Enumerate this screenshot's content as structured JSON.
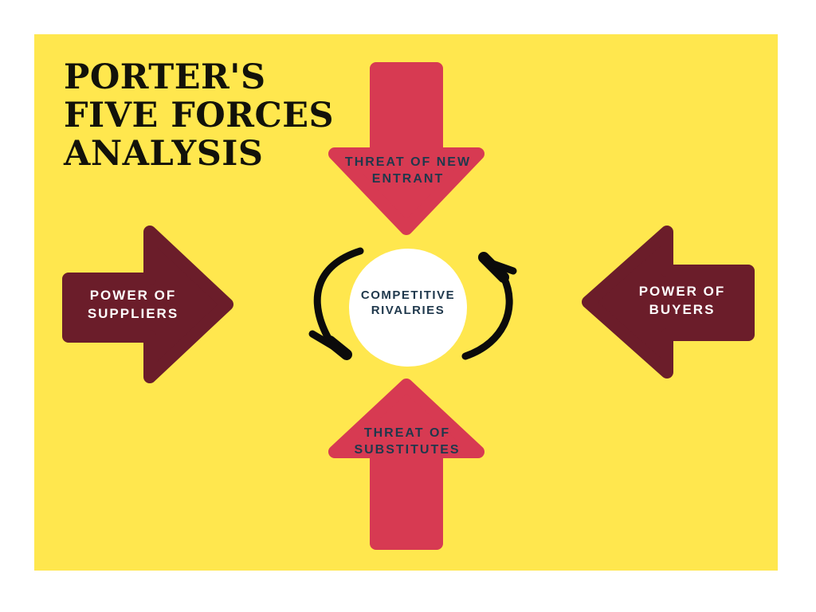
{
  "page": {
    "background_color": "#FFFFFF",
    "canvas_color": "#FFE74E"
  },
  "title": {
    "full": "PORTER'S FIVE FORCES ANALYSIS",
    "lines": [
      "PORTER'S",
      "FIVE FORCES",
      "ANALYSIS"
    ],
    "color": "#12120A"
  },
  "center": {
    "label": "COMPETITIVE RIVALRIES",
    "lines": [
      "COMPETITIVE",
      "RIVALRIES"
    ],
    "circle_color": "#FFFFFF",
    "text_color": "#1F384C",
    "icons": [
      "curved-arrow-counterclockwise-icon",
      "curved-arrow-clockwise-icon"
    ],
    "sketch_arrow_color": "#0B0B0B"
  },
  "forces": {
    "top": {
      "label": "THREAT OF NEW ENTRANT",
      "lines": [
        "THREAT OF NEW",
        "ENTRANT"
      ],
      "arrow_direction": "down",
      "arrow_color": "#D73A52",
      "text_color": "#1F384C"
    },
    "bottom": {
      "label": "THREAT OF SUBSTITUTES",
      "lines": [
        "THREAT OF",
        "SUBSTITUTES"
      ],
      "arrow_direction": "up",
      "arrow_color": "#D73A52",
      "text_color": "#1F384C"
    },
    "left": {
      "label": "POWER OF SUPPLIERS",
      "lines": [
        "POWER OF",
        "SUPPLIERS"
      ],
      "arrow_direction": "right",
      "arrow_color": "#6B1D2A",
      "text_color": "#FFFFFF"
    },
    "right": {
      "label": "POWER OF BUYERS",
      "lines": [
        "POWER OF",
        "BUYERS"
      ],
      "arrow_direction": "left",
      "arrow_color": "#6B1D2A",
      "text_color": "#FFFFFF"
    }
  }
}
